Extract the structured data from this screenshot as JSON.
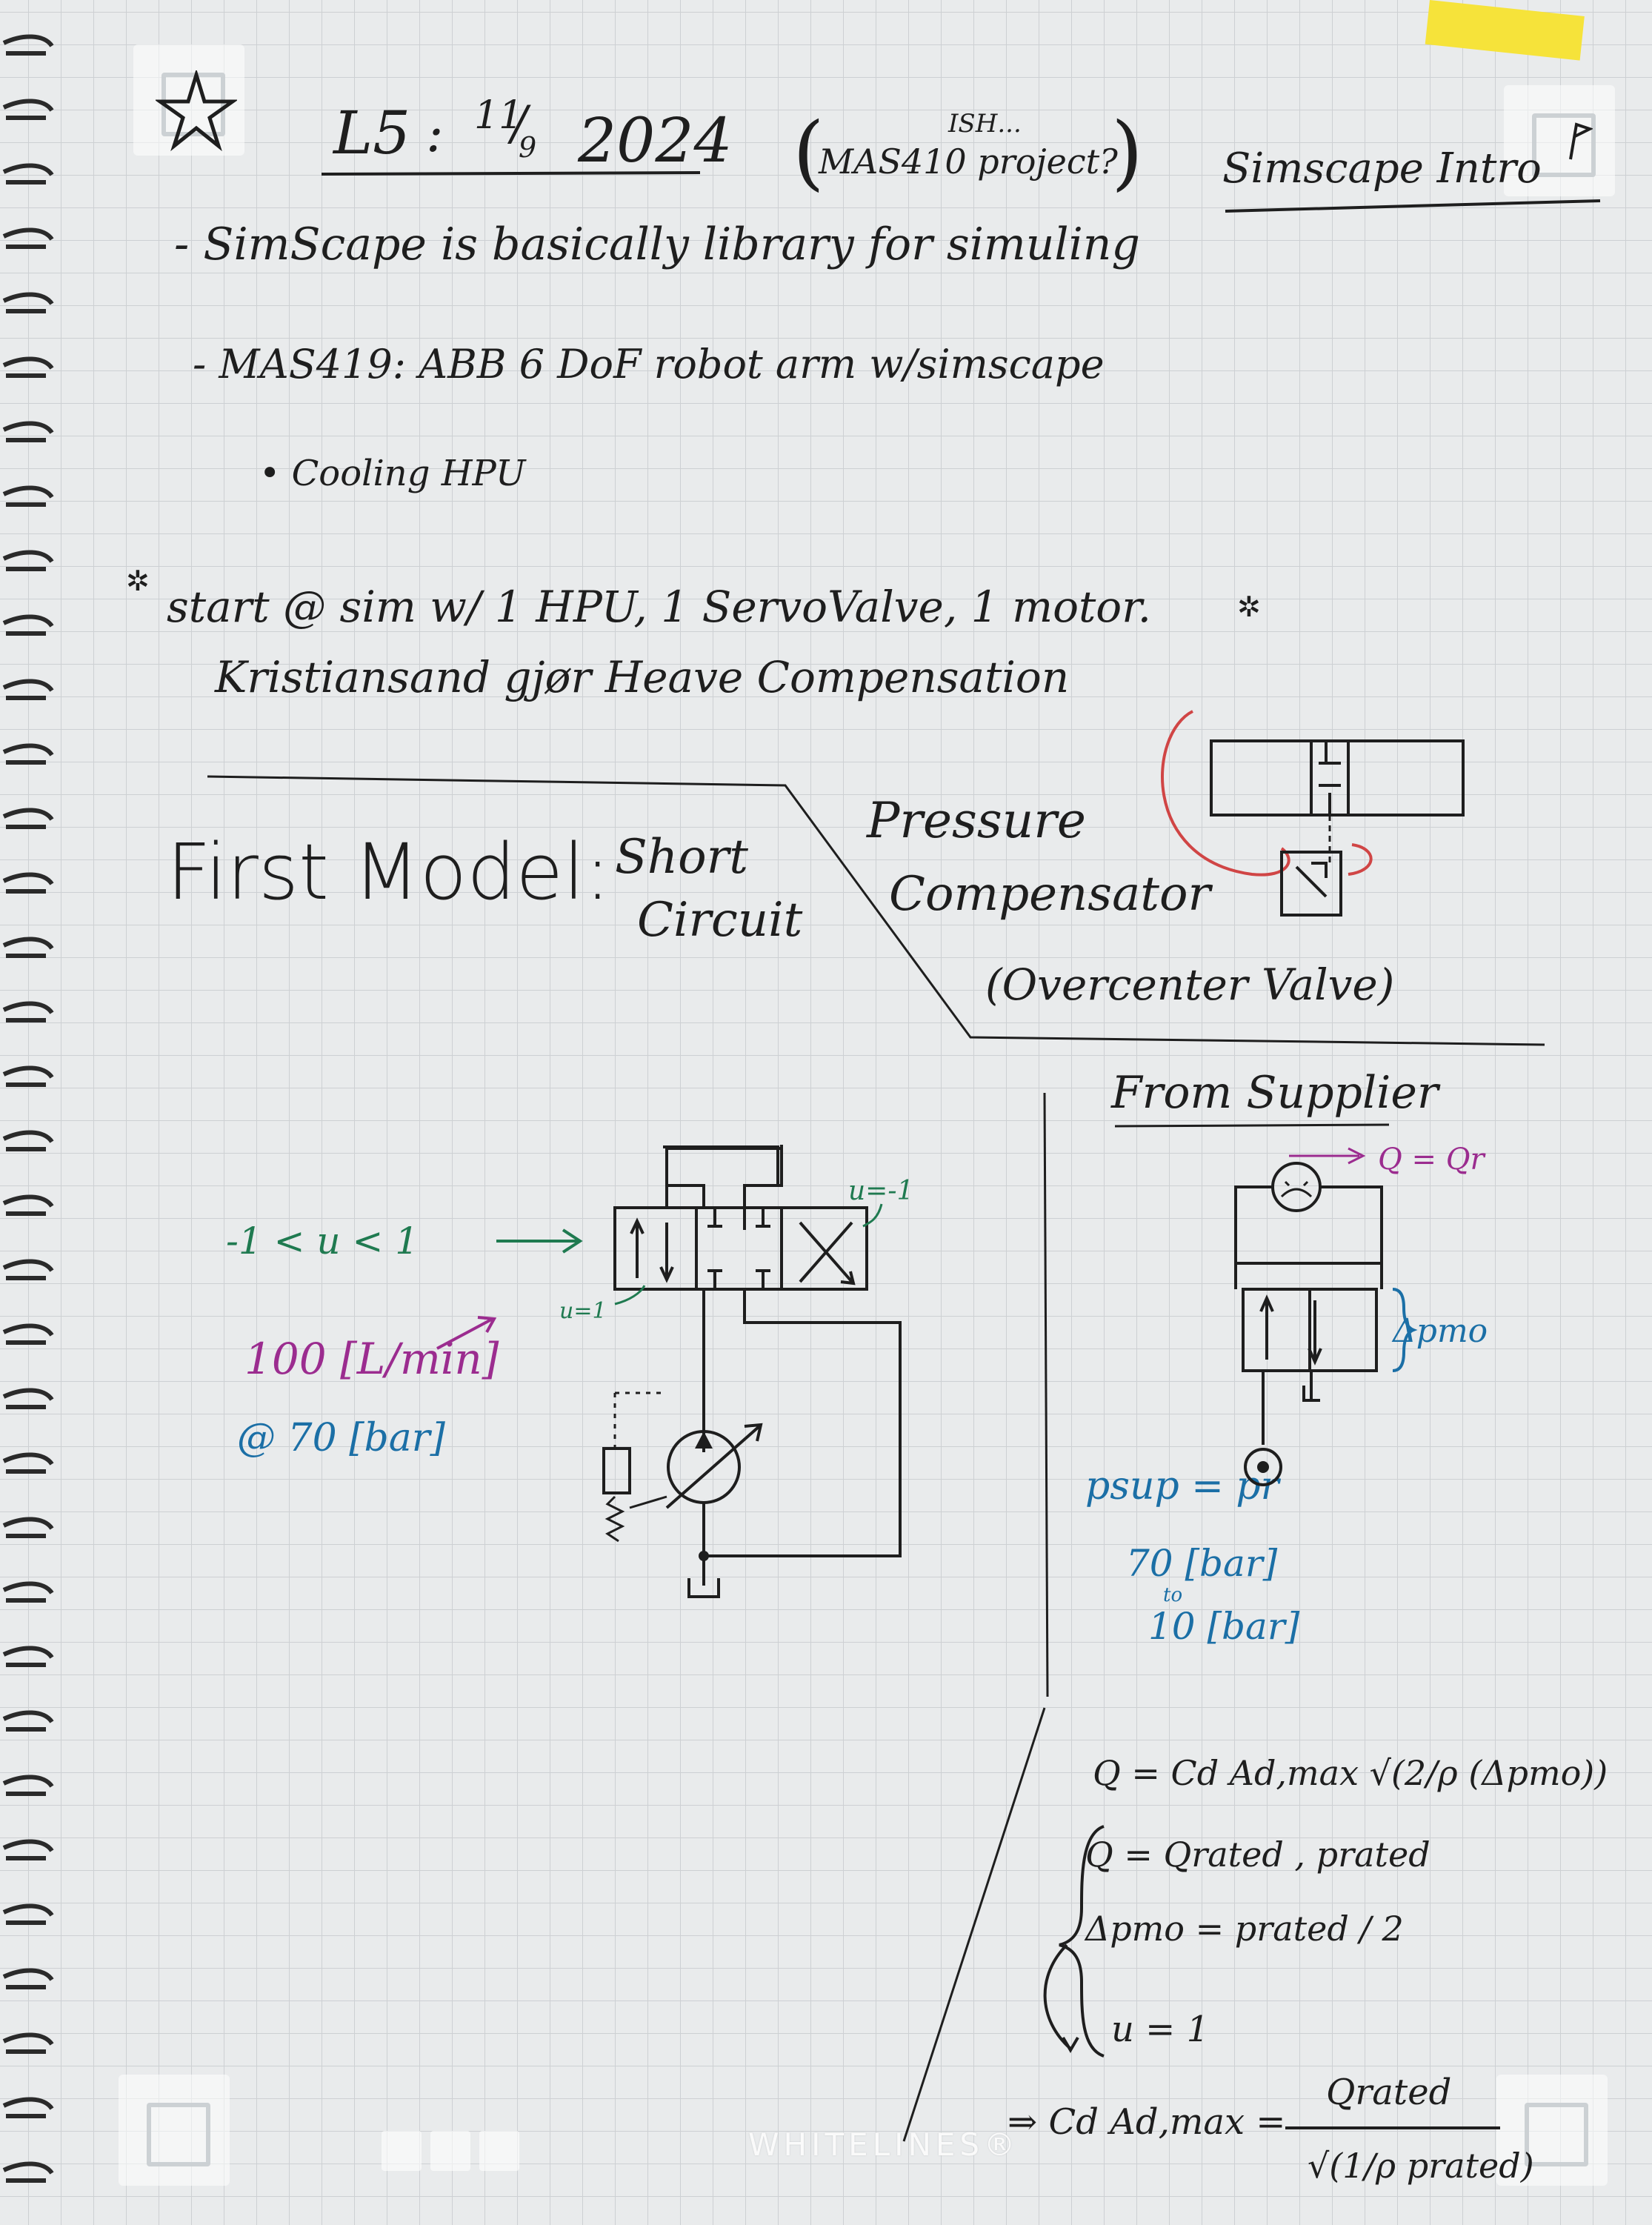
{
  "header": {
    "lecture": "L5",
    "date_day": "11",
    "date_month": "9",
    "date_year": "2024",
    "course_paren": "MAS410 project?",
    "course_note": "ISH...",
    "topic": "Simscape Intro"
  },
  "notes": [
    "- SimScape is basically library for simuling",
    "- MAS419: ABB 6 DoF robot arm w/simscape",
    "• Cooling HPU"
  ],
  "highlight": {
    "line1": "start @ sim w/ 1 HPU, 1 ServoValve, 1 motor.",
    "line2": "Kristiansand gjør Heave Compensation"
  },
  "section": {
    "title": "First Model:",
    "subtitle_1": "Short",
    "subtitle_2": "Circuit",
    "aside_1": "Pressure",
    "aside_2": "Compensator",
    "aside_3": "(Overcenter Valve)"
  },
  "diagram_left": {
    "u_range": "-1 < u < 1",
    "u_pos": "u=1",
    "u_neg": "u=-1",
    "flow": "100 [L/min]",
    "pressure": "@ 70 [bar]"
  },
  "diagram_right": {
    "heading": "From Supplier",
    "q_label": "Q = Qr",
    "dp_label": "Δpmo",
    "psup": "psup = pr",
    "psup_val1": "70 [bar]",
    "psup_to": "to",
    "psup_val2": "10 [bar]"
  },
  "equations": {
    "eq1": "Q = Cd Ad,max √(2/ρ (Δpmo))",
    "cond1": "Q = Qrated ,  prated",
    "cond2": "Δpmo = prated / 2",
    "cond3": "u = 1",
    "result_lhs": "⇒  Cd Ad,max =",
    "result_num": "Qrated",
    "result_den": "√(1/ρ prated)"
  },
  "brand": "WHITELINES®",
  "colors": {
    "ink": "#1e1e1e",
    "green": "#1f7a50",
    "purple": "#9b2c8f",
    "blue": "#1b6fa6",
    "red": "#d04545"
  }
}
